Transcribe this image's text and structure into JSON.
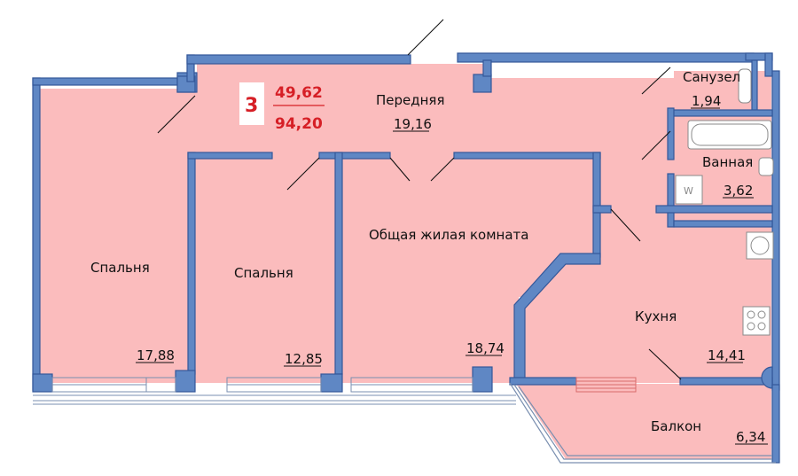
{
  "apartment": {
    "rooms_count": "3",
    "living_area": "49,62",
    "total_area": "94,20"
  },
  "rooms": {
    "hall": {
      "name": "Передняя",
      "area": "19,16"
    },
    "bathroom_wc": {
      "name": "Санузел",
      "area": "1,94"
    },
    "bathroom": {
      "name": "Ванная",
      "area": "3,62"
    },
    "bedroom_left": {
      "name": "Спальня",
      "area": "17,88"
    },
    "bedroom_mid": {
      "name": "Спальня",
      "area": "12,85"
    },
    "living_room": {
      "name": "Общая жилая комната",
      "area": "18,74"
    },
    "kitchen": {
      "name": "Кухня",
      "area": "14,41"
    },
    "balcony": {
      "name": "Балкон",
      "area": "6,34"
    }
  },
  "fixtures": {
    "washer_letter": "W"
  },
  "colors": {
    "floor": "#fbbcbd",
    "wall_fill": "#5f87c4",
    "wall_stroke": "#34589a",
    "accent_red": "#d61f26"
  }
}
